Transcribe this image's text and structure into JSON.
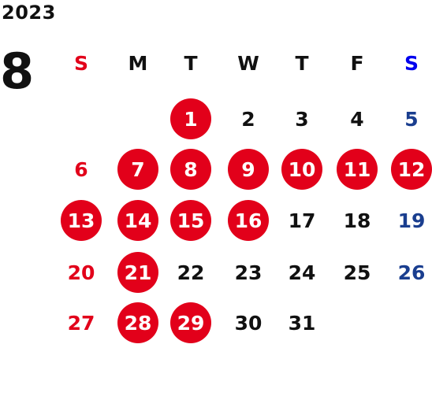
{
  "calendar": {
    "year": "2023",
    "month": "8",
    "weekdays": [
      "S",
      "M",
      "T",
      "W",
      "T",
      "F",
      "S"
    ],
    "first_weekday_index": 2,
    "days_in_month": 31,
    "highlighted_days": [
      1,
      7,
      8,
      9,
      10,
      11,
      12,
      13,
      14,
      15,
      16,
      21,
      28,
      29
    ],
    "colors": {
      "highlight_fill": "#e2001a",
      "highlight_text": "#ffffff",
      "sunday": "#e2001a",
      "saturday": "#1a3e8f",
      "saturday_header": "#0000ee",
      "weekday": "#111111"
    }
  }
}
